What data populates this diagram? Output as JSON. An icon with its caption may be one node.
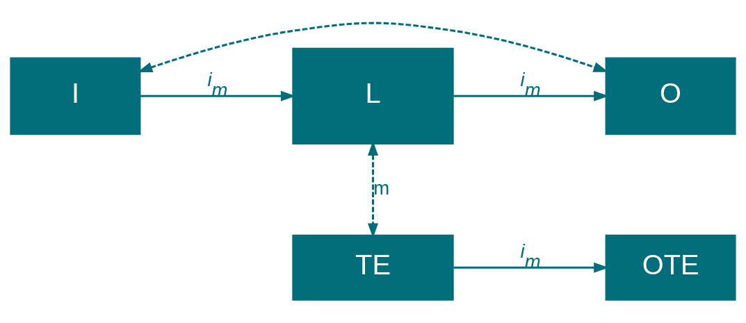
{
  "diagram": {
    "nodes": [
      {
        "text": [
          "I"
        ]
      },
      {
        "text": [
          "L"
        ]
      },
      {
        "text": [
          "O"
        ]
      },
      {
        "text": [
          "TE"
        ]
      },
      {
        "text": [
          "OTE"
        ]
      }
    ],
    "edges": [
      {
        "from": 0,
        "to": 1,
        "arrow": "to",
        "label": "i$_{m}$"
      },
      {
        "from": 1,
        "to": 2,
        "arrow": "to",
        "label": "i$_{m}$"
      },
      {
        "from": 0,
        "to": 2,
        "arrow": "both",
        "style": "dashed"
      },
      {
        "from": 1,
        "to": 3,
        "arrow": "both",
        "style": "dashed",
        "label": "m"
      },
      {
        "from": 3,
        "to": 4,
        "arrow": "to",
        "label": "i$_{m}$"
      }
    ]
  }
}
